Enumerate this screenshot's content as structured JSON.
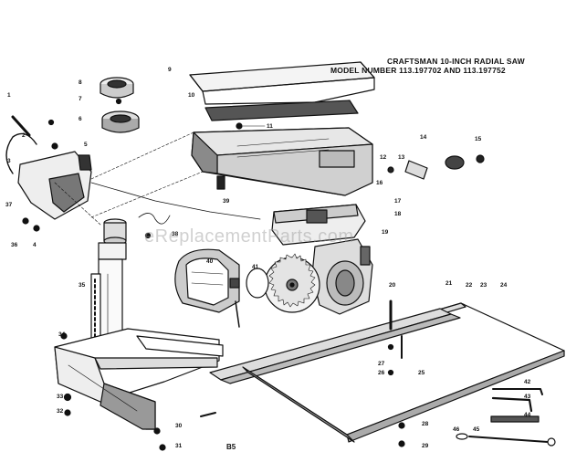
{
  "title": {
    "line1": "CRAFTSMAN 10-INCH RADIAL SAW",
    "line2": "MODEL NUMBER 113.197702 AND 113.197752"
  },
  "watermark": "eReplacementParts.com",
  "footer_code": "B5",
  "callouts": [
    "1",
    "2",
    "3",
    "4",
    "5",
    "6",
    "7",
    "8",
    "9",
    "10",
    "11",
    "12",
    "13",
    "14",
    "15",
    "16",
    "17",
    "18",
    "19",
    "20",
    "21",
    "22",
    "23",
    "24",
    "25",
    "26",
    "27",
    "28",
    "29",
    "30",
    "31",
    "32",
    "33",
    "34",
    "35",
    "36",
    "37",
    "38",
    "39",
    "40",
    "41",
    "42",
    "43",
    "44",
    "45",
    "46"
  ]
}
